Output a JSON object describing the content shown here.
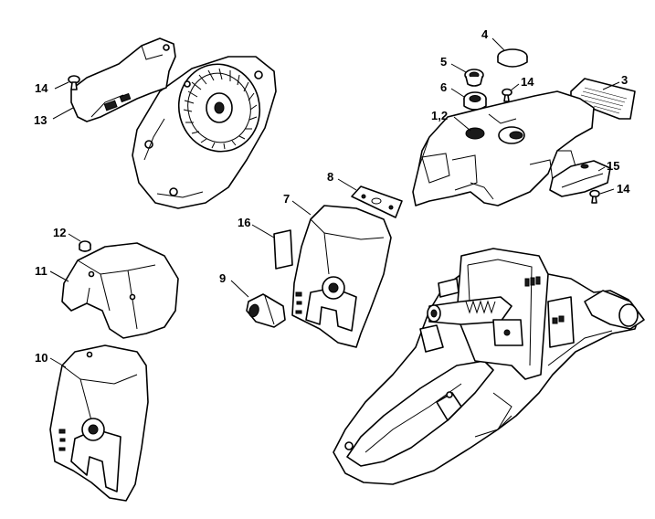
{
  "callouts": [
    {
      "id": "c1",
      "label": "4"
    },
    {
      "id": "c2",
      "label": "5"
    },
    {
      "id": "c3",
      "label": "6"
    },
    {
      "id": "c4",
      "label": "14"
    },
    {
      "id": "c5",
      "label": "3"
    },
    {
      "id": "c6",
      "label": "1,2"
    },
    {
      "id": "c7",
      "label": "14"
    },
    {
      "id": "c8",
      "label": "13"
    },
    {
      "id": "c9",
      "label": "8"
    },
    {
      "id": "c10",
      "label": "15"
    },
    {
      "id": "c11",
      "label": "14"
    },
    {
      "id": "c12",
      "label": "7"
    },
    {
      "id": "c13",
      "label": "16"
    },
    {
      "id": "c14",
      "label": "12"
    },
    {
      "id": "c15",
      "label": "11"
    },
    {
      "id": "c16",
      "label": "9"
    },
    {
      "id": "c17",
      "label": "10"
    }
  ]
}
